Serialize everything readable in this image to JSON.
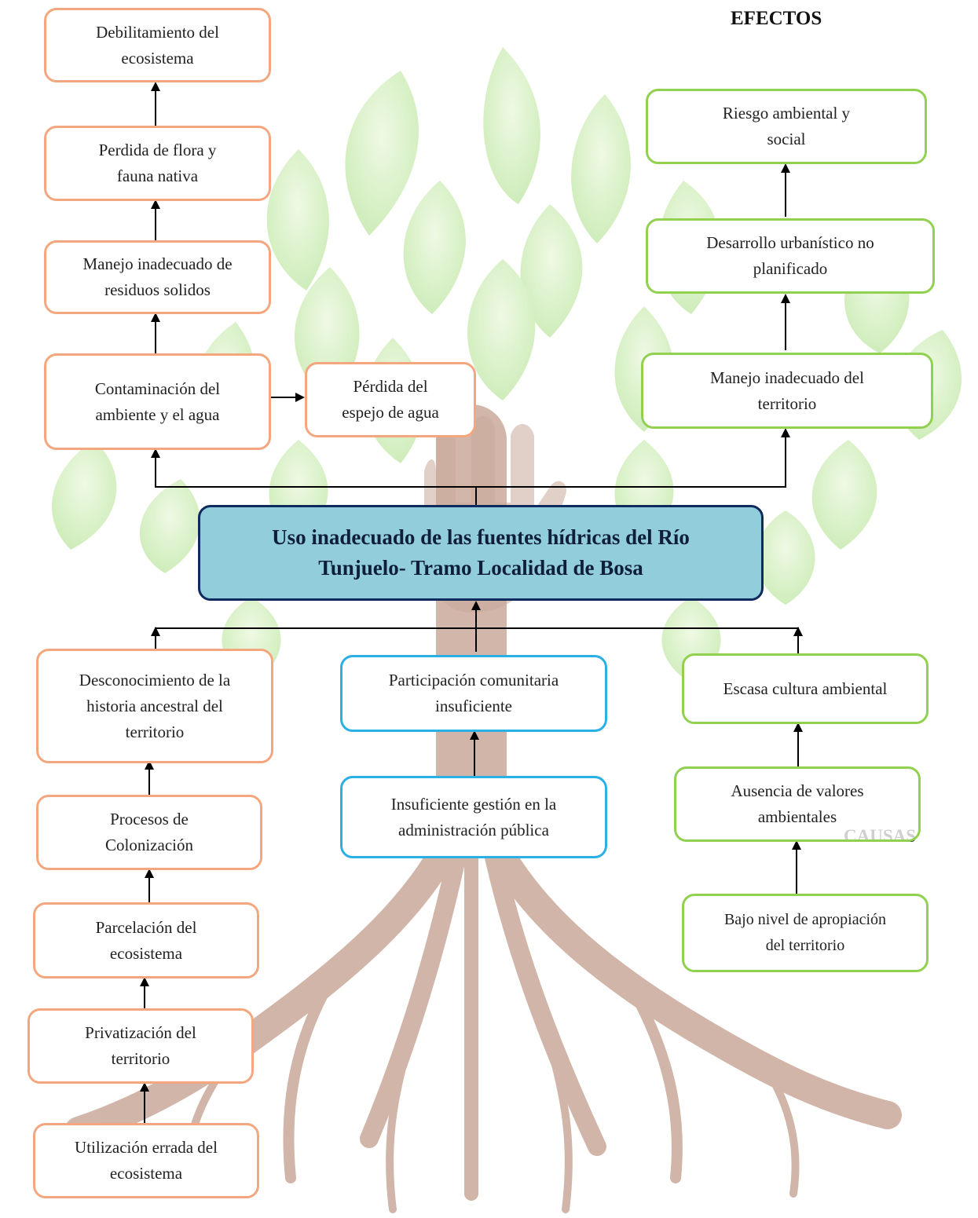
{
  "diagram": {
    "central_problem": "Uso inadecuado de las fuentes hídricas del Río\nTunjuelo- Tramo Localidad de Bosa",
    "labels": {
      "effects": "EFECTOS",
      "causes": "CAUSAS"
    },
    "effects": {
      "left_chain": [
        "Debilitamiento del\necosistema",
        "Perdida de flora y\nfauna nativa",
        "Manejo inadecuado de\nresiduos solidos",
        "Contaminación del\nambiente y el agua"
      ],
      "side_effect": "Pérdida del\nespejo de agua",
      "right_chain": [
        "Riesgo ambiental y\nsocial",
        "Desarrollo urbanístico no\nplanificado",
        "Manejo inadecuado del\nterritorio"
      ]
    },
    "causes": {
      "left_chain": [
        "Desconocimiento de la\nhistoria ancestral del\nterritorio",
        "Procesos de\nColonización",
        "Parcelación del\necosistema",
        "Privatización del\nterritorio",
        "Utilización errada del\necosistema"
      ],
      "center_chain": [
        "Participación comunitaria\ninsuficiente",
        "Insuficiente gestión en la\nadministración pública"
      ],
      "right_chain": [
        "Escasa cultura ambiental",
        "Ausencia de valores\nambientales",
        "Bajo nivel de apropiación\ndel territorio"
      ]
    },
    "colors": {
      "orange_border": "#f4a77e",
      "green_border": "#92d050",
      "blue_border": "#2bb0e6",
      "central_fill": "#92cddc",
      "central_border": "#0f2a5c",
      "leaf_green": "#c9ecb0",
      "root_brown": "#c9a99a"
    }
  }
}
